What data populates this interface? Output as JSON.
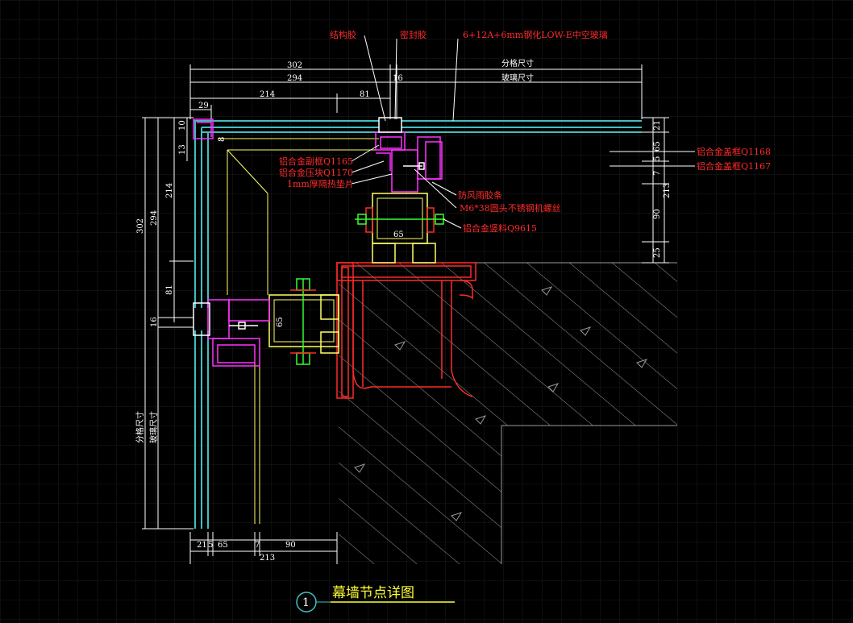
{
  "drawing": {
    "title": "幕墙节点详图",
    "detail_number": "1",
    "colors": {
      "background": "#000000",
      "grid": "#1a1a1a",
      "glass": "#3fbfbf",
      "profile": "#ff33ff",
      "steel": "#ff2a2a",
      "insulation": "#ffff66",
      "concrete": "#9a9a9a",
      "dimension": "#ffffff",
      "annotation": "#ff2a2a",
      "bolt": "#33ff33",
      "title": "#ffff33"
    }
  },
  "annotations": {
    "structural_sealant": "结构胶",
    "weather_sealant": "密封胶",
    "glass_spec": "6+12A+6mm钢化LOW-E中空玻璃",
    "sub_frame": "铝合金副框Q1165",
    "pressure_block": "铝合金压块Q1170",
    "insulation_pad": "1mm厚隔热垫片",
    "wind_strip": "防风雨胶条",
    "bolt": "M6*38圆头不锈钢机螺丝",
    "mullion": "铝合金竖料Q9615",
    "cover_profile": "铝合金盖框Q1168",
    "cap_frame": "铝合金盖框Q1167"
  },
  "dimensions": {
    "top_302": "302",
    "top_294": "294",
    "top_16": "16",
    "top_214": "214",
    "top_81": "81",
    "top_29": "29",
    "grid_size": "分格尺寸",
    "glass_size": "玻璃尺寸",
    "left_302": "302",
    "left_294": "294",
    "left_214": "214",
    "left_81": "81",
    "left_16": "16",
    "left_10": "10",
    "left_13": "13",
    "left_8": "8",
    "right_21": "21",
    "right_65": "65",
    "right_5": "5",
    "right_7": "7",
    "right_213": "213",
    "right_90": "90",
    "right_25": "25",
    "bottom_21": "21",
    "bottom_5": "5",
    "bottom_65": "65",
    "bottom_7": "7",
    "bottom_90": "90",
    "bottom_213": "213",
    "mullion_65_a": "65",
    "mullion_65_b": "65"
  }
}
